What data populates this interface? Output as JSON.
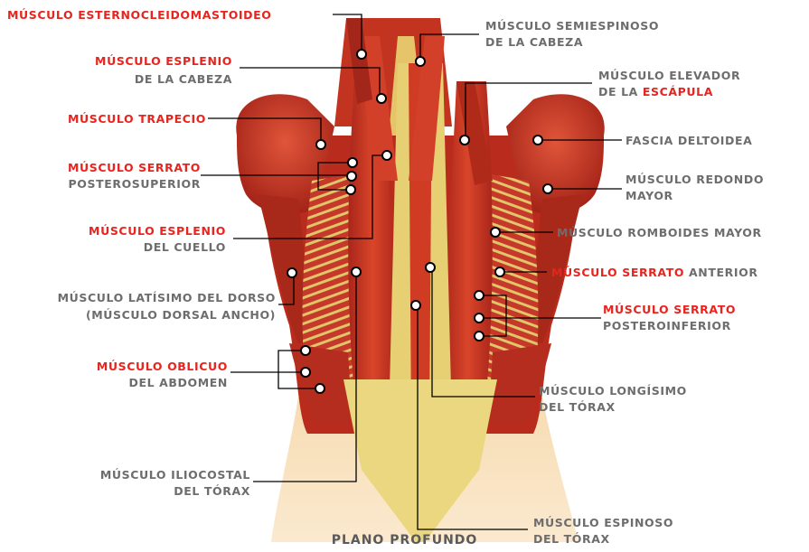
{
  "labels": {
    "esternocleidomastoideo": "MÚSCULO ESTERNOCLEIDOMASTOIDEO",
    "semiespinoso_1": "MÚSCULO SEMIESPINOSO",
    "semiespinoso_2": "DE LA CABEZA",
    "esplenio_cabeza_1": "MÚSCULO ESPLENIO",
    "esplenio_cabeza_2": "DE LA CABEZA",
    "elevador_1": "MÚSCULO ELEVADOR",
    "elevador_2a": "DE LA ",
    "elevador_2b": "ESCÁPULA",
    "trapecio": "MÚSCULO TRAPECIO",
    "fascia": "FASCIA DELTOIDEA",
    "serrato_post_sup_1": "MÚSCULO SERRATO",
    "serrato_post_sup_2": "POSTEROSUPERIOR",
    "redondo_1": "MÚSCULO REDONDO",
    "redondo_2": "MAYOR",
    "esplenio_cuello_1": "MÚSCULO ESPLENIO",
    "esplenio_cuello_2": "DEL CUELLO",
    "romboides": "MÚSCULO ROMBOIDES MAYOR",
    "serrato_ant_a": "MÚSCULO SERRATO",
    "serrato_ant_b": " ANTERIOR",
    "latisimo_1": "MÚSCULO LATÍSIMO DEL DORSO",
    "latisimo_2": "(MÚSCULO DORSAL ANCHO)",
    "serrato_post_inf_1": "MÚSCULO SERRATO",
    "serrato_post_inf_2": "POSTEROINFERIOR",
    "oblicuo_1": "MÚSCULO OBLICUO",
    "oblicuo_2": "DEL ABDOMEN",
    "longisimo_1": "MÚSCULO LONGÍSIMO",
    "longisimo_2": "DEL TÓRAX",
    "iliocostal_1": "MÚSCULO ILIOCOSTAL",
    "iliocostal_2": "DEL TÓRAX",
    "espinoso_1": "MÚSCULO ESPINOSO",
    "espinoso_2": "DEL TÓRAX"
  },
  "caption": "PLANO PROFUNDO",
  "colors": {
    "label_red": "#e8241e",
    "label_gray": "#6d6d6d",
    "muscle": "#c8321f",
    "muscle_dark": "#8e1c10",
    "tendon": "#e9d47a",
    "skin": "#f3d3a3",
    "leader": "#000000"
  }
}
